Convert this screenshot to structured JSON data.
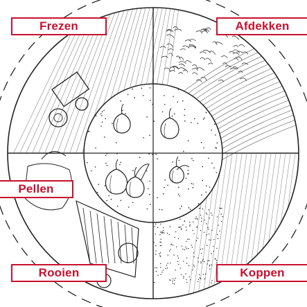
{
  "colors": {
    "accent": "#c8102e",
    "line": "#222222",
    "background": "#ffffff"
  },
  "labels": {
    "frezen": "Frezen",
    "afdekken": "Afdekken",
    "pellen": "Pellen",
    "rooien": "Rooien",
    "koppen": "Koppen"
  },
  "illustrations": {
    "top_left": "tractor-cultivating-field",
    "top_right": "covered-field-rows",
    "left": "hand-peeling",
    "bottom_left": "harvesting-machine",
    "bottom_right": "topping-machine",
    "center": "onion-bulbs"
  }
}
